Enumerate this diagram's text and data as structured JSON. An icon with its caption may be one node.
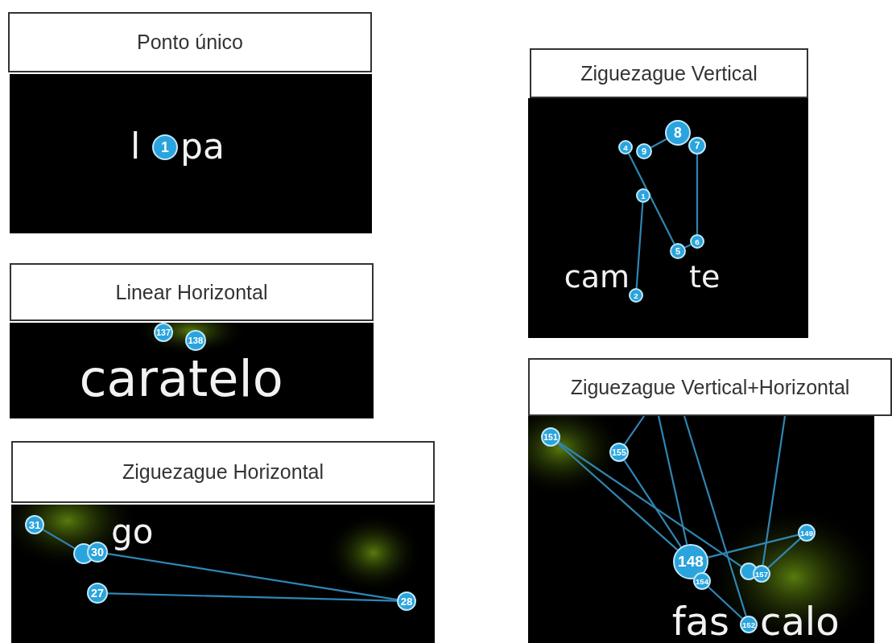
{
  "diagram": {
    "nodes": [
      {
        "text": [
          "Ponto único"
        ]
      },
      {
        "text": [],
        "shape": "box"
      },
      {
        "text": [
          "1"
        ],
        "in": 1
      },
      {
        "text": [
          "Linear Horizontal"
        ]
      },
      {
        "text": [],
        "shape": "box"
      },
      {
        "text": [
          "137"
        ],
        "in": 4
      },
      {
        "text": [
          "138"
        ],
        "in": 4
      },
      {
        "text": [
          "Ziguezague Horizontal"
        ]
      },
      {
        "text": [],
        "shape": "box"
      },
      {
        "text": [
          "31"
        ],
        "in": 8
      },
      {
        "text": [],
        "shape": "circle",
        "in": 8
      },
      {
        "text": [
          "30"
        ],
        "in": 8
      },
      {
        "text": [
          "27"
        ],
        "in": 8
      },
      {
        "text": [
          "28"
        ],
        "in": 8
      },
      {
        "text": [
          "Ziguezague Vertical"
        ]
      },
      {
        "text": [],
        "shape": "box"
      },
      {
        "text": [
          "4"
        ],
        "in": 15
      },
      {
        "text": [
          "9"
        ],
        "in": 15
      },
      {
        "text": [
          "8"
        ],
        "in": 15
      },
      {
        "text": [
          "7"
        ],
        "in": 15
      },
      {
        "text": [
          "1"
        ],
        "in": 15
      },
      {
        "text": [
          "6"
        ],
        "in": 15
      },
      {
        "text": [
          "5"
        ],
        "in": 15
      },
      {
        "text": [
          "2"
        ],
        "in": 15
      },
      {
        "text": [
          "Ziguezague Vertical+Horizontal"
        ]
      },
      {
        "text": [],
        "shape": "box"
      },
      {
        "text": [
          "151"
        ],
        "in": 25
      },
      {
        "text": [
          "155"
        ],
        "in": 25
      },
      {
        "text": [
          "148"
        ],
        "in": 25
      },
      {
        "text": [
          "154"
        ],
        "in": 25
      },
      {
        "text": [],
        "shape": "circle",
        "in": 25
      },
      {
        "text": [
          "157"
        ],
        "in": 25
      },
      {
        "text": [
          "149"
        ],
        "in": 25
      },
      {
        "text": [
          "152"
        ],
        "in": 25
      }
    ],
    "edges": [
      {
        "from": 9,
        "to": 10,
        "arrow": "none"
      },
      {
        "from": 11,
        "to": 13,
        "arrow": "none"
      },
      {
        "from": 12,
        "to": 13,
        "arrow": "none"
      },
      {
        "from": 20,
        "to": 23,
        "arrow": "none"
      },
      {
        "from": 16,
        "to": 22,
        "arrow": "none"
      },
      {
        "from": 22,
        "to": 21,
        "arrow": "none"
      },
      {
        "from": 21,
        "to": 19,
        "arrow": "none"
      },
      {
        "from": 18,
        "to": 17,
        "arrow": "none"
      },
      {
        "from": 24,
        "to": 27,
        "arrow": "none"
      },
      {
        "from": 24,
        "to": 28,
        "arrow": "none"
      },
      {
        "from": 24,
        "to": 33,
        "arrow": "none"
      },
      {
        "from": 24,
        "to": 31,
        "arrow": "none"
      },
      {
        "from": 27,
        "to": 28,
        "arrow": "none"
      },
      {
        "from": 26,
        "to": 28,
        "arrow": "none"
      },
      {
        "from": 26,
        "to": 30,
        "arrow": "none"
      },
      {
        "from": 28,
        "to": 32,
        "arrow": "none"
      },
      {
        "from": 32,
        "to": 31,
        "arrow": "none"
      },
      {
        "from": 29,
        "to": 33,
        "arrow": "none"
      }
    ],
    "labels": [
      "l",
      "pa",
      "caratelo",
      "go",
      "cam",
      "te",
      "fas",
      "calo"
    ]
  }
}
